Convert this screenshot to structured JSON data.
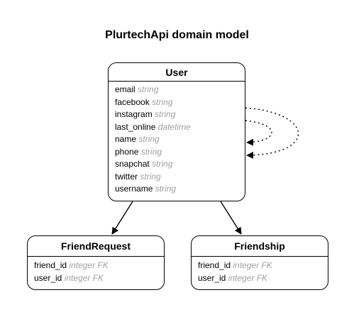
{
  "diagram": {
    "title": "PlurtechApi domain model",
    "entities": {
      "user": {
        "name": "User",
        "attributes": [
          {
            "name": "email",
            "type": "string"
          },
          {
            "name": "facebook",
            "type": "string"
          },
          {
            "name": "instagram",
            "type": "string"
          },
          {
            "name": "last_online",
            "type": "datetime"
          },
          {
            "name": "name",
            "type": "string"
          },
          {
            "name": "phone",
            "type": "string"
          },
          {
            "name": "snapchat",
            "type": "string"
          },
          {
            "name": "twitter",
            "type": "string"
          },
          {
            "name": "username",
            "type": "string"
          }
        ]
      },
      "friendrequest": {
        "name": "FriendRequest",
        "attributes": [
          {
            "name": "friend_id",
            "type": "integer FK"
          },
          {
            "name": "user_id",
            "type": "integer FK"
          }
        ]
      },
      "friendship": {
        "name": "Friendship",
        "attributes": [
          {
            "name": "friend_id",
            "type": "integer FK"
          },
          {
            "name": "user_id",
            "type": "integer FK"
          }
        ]
      }
    },
    "relations": [
      {
        "from": "User",
        "to": "FriendRequest",
        "style": "solid"
      },
      {
        "from": "User",
        "to": "Friendship",
        "style": "solid"
      },
      {
        "from": "User",
        "to": "User",
        "style": "dotted"
      },
      {
        "from": "User",
        "to": "User",
        "style": "dotted"
      }
    ],
    "colors": {
      "line": "#000000",
      "type_text": "#a0a0a0",
      "background": "#ffffff"
    }
  }
}
